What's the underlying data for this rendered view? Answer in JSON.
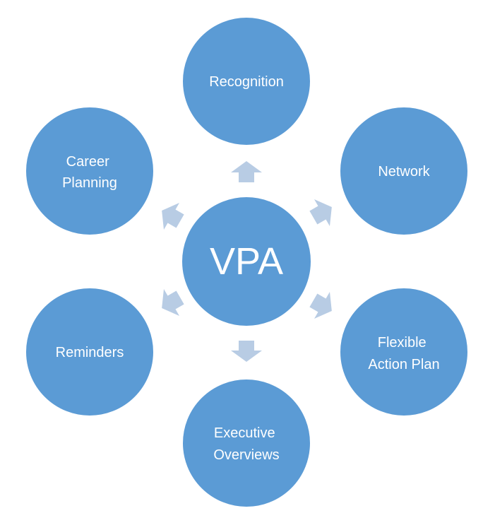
{
  "colors": {
    "node_fill": "#5b9bd5",
    "node_stroke": "#ffffff",
    "arrow_fill": "#b8cce4",
    "label_text": "#ffffff"
  },
  "center": {
    "label": "VPA"
  },
  "satellites": [
    {
      "id": "recognition",
      "lines": [
        "Recognition"
      ]
    },
    {
      "id": "network",
      "lines": [
        "Network"
      ]
    },
    {
      "id": "flexible-action-plan",
      "lines": [
        "Flexible",
        "Action Plan"
      ]
    },
    {
      "id": "executive-overviews",
      "lines": [
        "Executive",
        "Overviews"
      ]
    },
    {
      "id": "reminders",
      "lines": [
        "Reminders"
      ]
    },
    {
      "id": "career-planning",
      "lines": [
        "Career",
        "Planning"
      ]
    }
  ]
}
